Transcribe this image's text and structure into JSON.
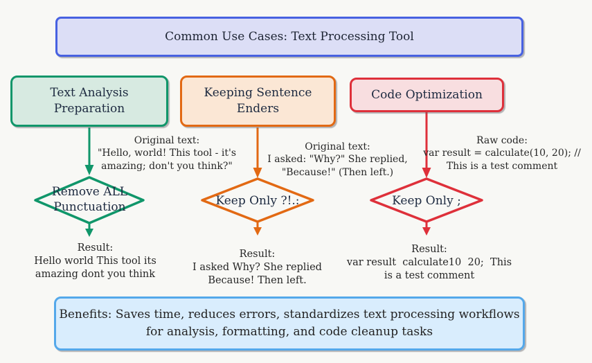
{
  "page": {
    "background": "#f8f8f5"
  },
  "title": {
    "text": "Common Use Cases: Text Processing Tool",
    "bg": "#dcdef6",
    "border": "#4761e1"
  },
  "branches": [
    {
      "id": "text-analysis-preparation",
      "color": "#10966a",
      "box_bg": "#d7eae1",
      "label_lines": [
        "Text Analysis",
        "Preparation"
      ],
      "input_lines": [
        "Original text:",
        "\"Hello, world! This tool - it's",
        "amazing; don't you think?\""
      ],
      "decision_lines": [
        "Remove ALL",
        "Punctuation"
      ],
      "result_lines": [
        "Result:",
        "Hello world This tool its",
        "amazing dont you think"
      ]
    },
    {
      "id": "keeping-sentence-enders",
      "color": "#e26913",
      "box_bg": "#fbe7d5",
      "label_lines": [
        "Keeping Sentence",
        "Enders"
      ],
      "input_lines": [
        "Original text:",
        "I asked: \"Why?\" She replied,",
        "\"Because!\" (Then left.)"
      ],
      "decision_lines": [
        "Keep Only ?!.:"
      ],
      "result_lines": [
        "Result:",
        "I asked Why? She replied",
        "Because! Then left."
      ]
    },
    {
      "id": "code-optimization",
      "color": "#de303a",
      "box_bg": "#f8dee0",
      "label_lines": [
        "Code Optimization"
      ],
      "input_lines": [
        "Raw code:",
        "var result = calculate(10, 20); //",
        "This is a test comment"
      ],
      "decision_lines": [
        "Keep Only ;"
      ],
      "result_lines": [
        "Result:",
        "var result  calculate10  20;  This",
        "is a test comment"
      ]
    }
  ],
  "benefits": {
    "lines": [
      "Benefits: Saves time, reduces errors, standardizes text processing workflows",
      "for analysis, formatting, and code cleanup tasks"
    ],
    "bg": "#d9edfd",
    "border": "#54a8ea"
  }
}
